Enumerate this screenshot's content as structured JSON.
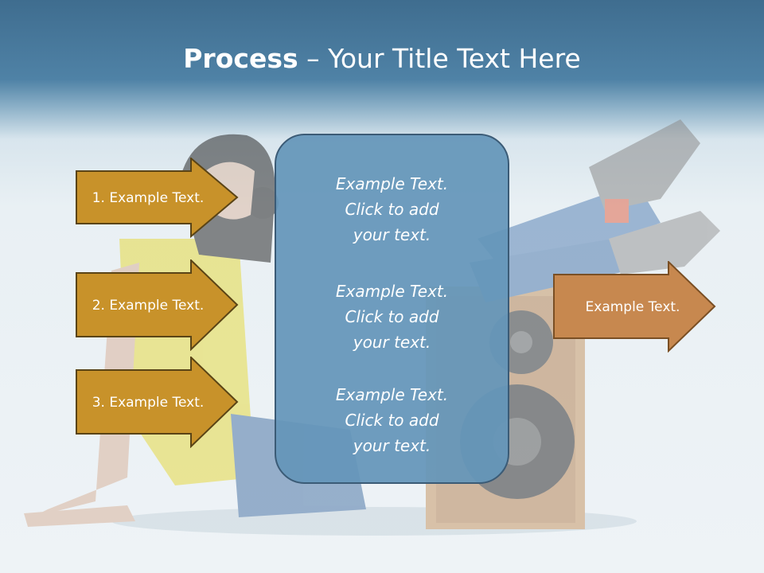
{
  "slide": {
    "title_bold": "Process",
    "title_rest": " – Your Title Text Here"
  },
  "left_arrows": [
    {
      "label": "1. Example Text."
    },
    {
      "label": "2. Example Text."
    },
    {
      "label": "3. Example Text."
    }
  ],
  "center_box": {
    "paragraphs": [
      "Example Text.\nClick  to add\nyour text.",
      "Example Text.\nClick  to add\nyour text.",
      "Example Text.\nClick  to add\nyour text."
    ]
  },
  "right_arrow": {
    "label": "Example Text."
  },
  "colors": {
    "left_arrow_fill": "#c8922a",
    "left_arrow_border": "#5a4416",
    "right_arrow_fill": "#c7884f",
    "right_arrow_border": "#7a4f24",
    "center_box_fill": "#6496b9",
    "center_box_border": "#3b5b76",
    "title_band": "#4f82a6"
  },
  "background_image": "person-with-speaker-photo"
}
